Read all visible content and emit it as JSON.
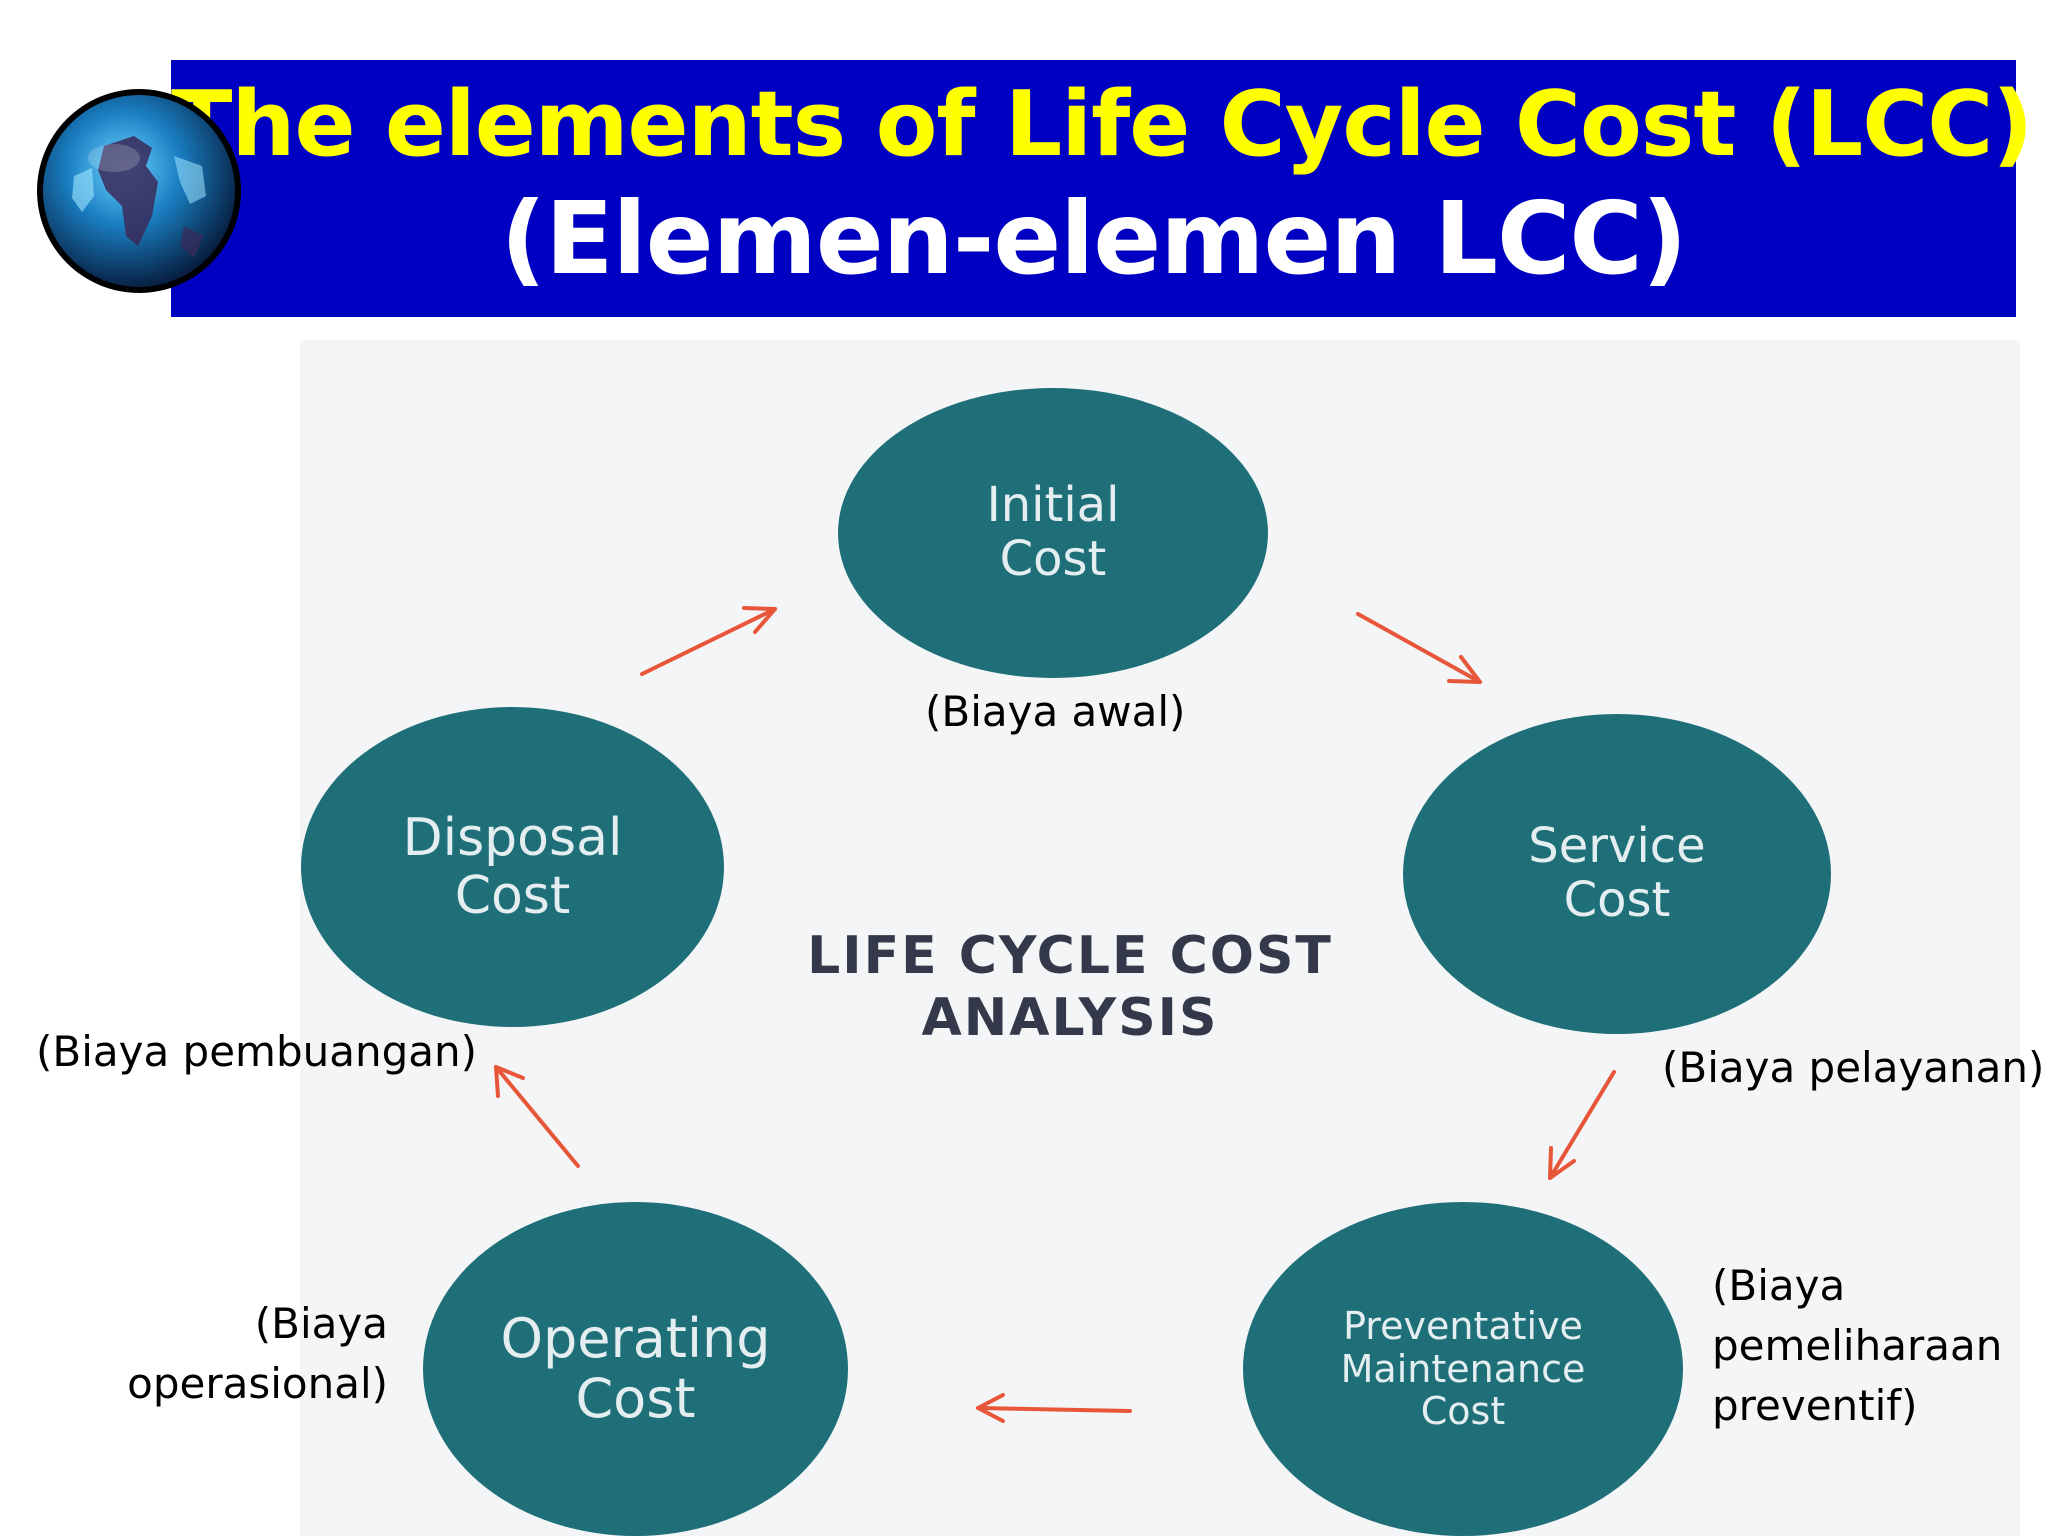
{
  "header": {
    "title_line1": "The elements of Life Cycle Cost (LCC)",
    "title_line2": "(Elemen-elemen LCC)",
    "banner_color": "#0000c2",
    "title_color": "#ffff00",
    "subtitle_color": "#ffffff",
    "logo_icon": "globe-icon"
  },
  "diagram": {
    "center_label": [
      "LIFE CYCLE COST",
      "ANALYSIS"
    ],
    "node_color": "#1f6f79",
    "arrow_color": "#e8563a",
    "nodes": [
      {
        "id": "initial",
        "label": [
          "Initial",
          "Cost"
        ],
        "annotation": [
          "(Biaya awal)"
        ]
      },
      {
        "id": "service",
        "label": [
          "Service",
          "Cost"
        ],
        "annotation": [
          "(Biaya pelayanan)"
        ]
      },
      {
        "id": "preventative",
        "label": [
          "Preventative",
          "Maintenance",
          "Cost"
        ],
        "annotation": [
          "(Biaya",
          "pemeliharaan",
          "preventif)"
        ]
      },
      {
        "id": "operating",
        "label": [
          "Operating",
          "Cost"
        ],
        "annotation": [
          "(Biaya",
          "operasional)"
        ]
      },
      {
        "id": "disposal",
        "label": [
          "Disposal",
          "Cost"
        ],
        "annotation": [
          "(Biaya pembuangan)"
        ]
      }
    ]
  }
}
